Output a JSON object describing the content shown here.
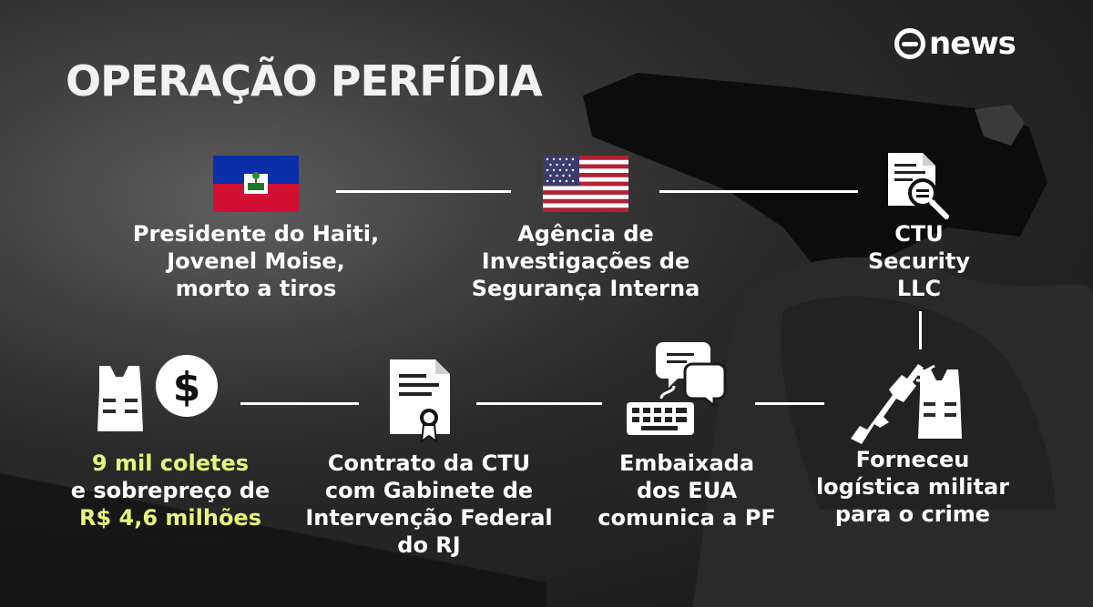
{
  "title": "OPERAÇÃO PERFÍDIA",
  "brand": {
    "logo_text": "news",
    "color": "#ffffff"
  },
  "highlight_color": "#e6f57a",
  "nodes": {
    "haiti": {
      "lines": [
        "Presidente do Haiti,",
        "Jovenel Moise,",
        "morto a tiros"
      ],
      "icon": "haiti-flag-icon"
    },
    "agencia": {
      "lines": [
        "Agência de",
        "Investigações de",
        "Segurança Interna"
      ],
      "icon": "usa-flag-icon"
    },
    "ctu": {
      "lines": [
        "CTU",
        "Security",
        "LLC"
      ],
      "icon": "document-search-icon"
    },
    "coletes": {
      "lines": [
        "9 mil coletes",
        "e sobrepreço de",
        "R$ 4,6 milhões"
      ],
      "icon": "vest-dollar-icon"
    },
    "contrato": {
      "lines": [
        "Contrato da CTU",
        "com Gabinete de",
        "Intervenção Federal",
        "do RJ"
      ],
      "icon": "certificate-icon"
    },
    "embaixada": {
      "lines": [
        "Embaixada",
        "dos EUA",
        "comunica a PF"
      ],
      "icon": "keyboard-chat-icon"
    },
    "logistica": {
      "lines": [
        "Forneceu",
        "logística militar",
        "para o crime"
      ],
      "icon": "rifle-vest-icon"
    }
  }
}
